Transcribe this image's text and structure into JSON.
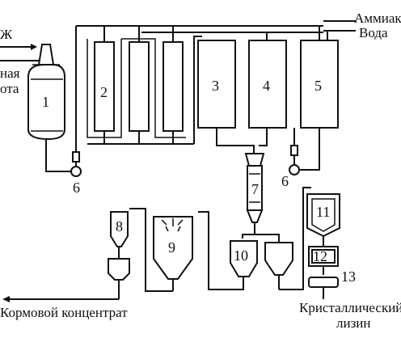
{
  "labels": {
    "top_left_clipped": "Ж",
    "left_clipped_1": "ная",
    "left_clipped_2": "ота",
    "ammonia": "Аммиак",
    "water": "Вода",
    "feed_concentrate": "Кормовой концентрат",
    "crystalline_1": "Кристаллический",
    "crystalline_2": "лизин"
  },
  "numbers": {
    "n1": "1",
    "n2": "2",
    "n3": "3",
    "n4": "4",
    "n5": "5",
    "n6a": "6",
    "n6b": "6",
    "n7": "7",
    "n8": "8",
    "n9": "9",
    "n10": "10",
    "n11": "11",
    "n12": "12",
    "n13": "13"
  }
}
